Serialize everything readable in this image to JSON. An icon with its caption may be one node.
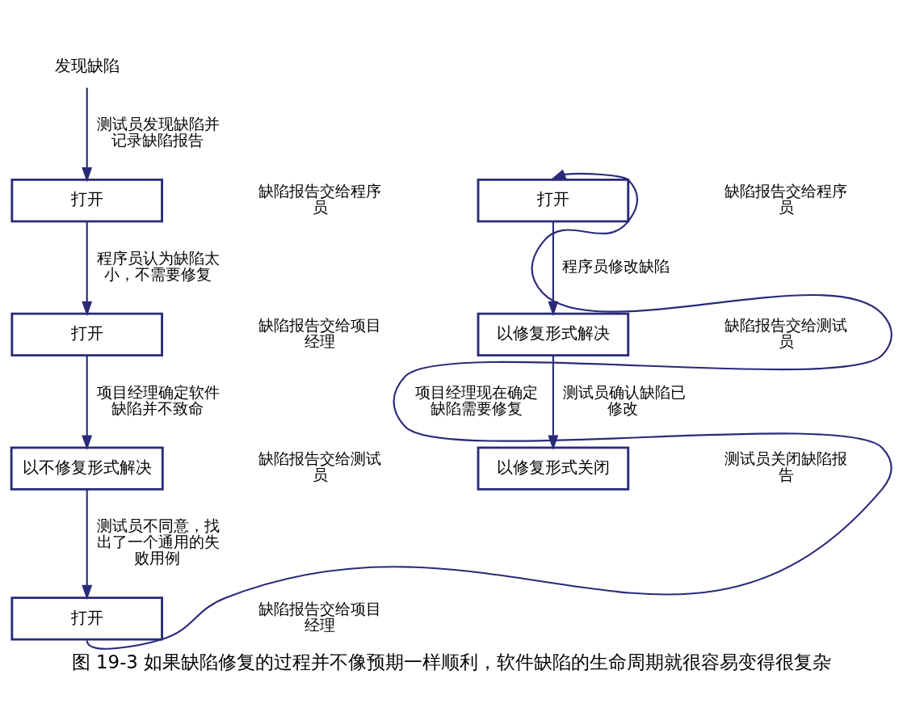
{
  "diagram": {
    "caption": "图 19-3 如果缺陷修复的过程并不像预期一样顺利，软件缺陷的生命周期就很容易变得很复杂",
    "nodes": [
      {
        "text": [
          "发现缺陷"
        ]
      },
      {
        "text": [
          "打开"
        ]
      },
      {
        "text": [
          "打开"
        ]
      },
      {
        "text": [
          "以不修复形式解决"
        ]
      },
      {
        "text": [
          "打开"
        ]
      },
      {
        "text": [
          "打开"
        ]
      },
      {
        "text": [
          "以修复形式解决"
        ]
      },
      {
        "text": [
          "以修复形式关闭"
        ]
      }
    ],
    "edges": [
      {
        "from": 0,
        "to": 1,
        "arrow": "to",
        "label": "测试员发现缺陷并记录缺陷报告"
      },
      {
        "from": 1,
        "to": 2,
        "arrow": "to",
        "label": "程序员认为缺陷太小，不需要修复"
      },
      {
        "from": 2,
        "to": 3,
        "arrow": "to",
        "label": "项目经理确定软件缺陷并不致命"
      },
      {
        "from": 3,
        "to": 4,
        "arrow": "to",
        "label": "测试员不同意，找出了一个通用的失败用例"
      },
      {
        "from": 4,
        "to": 5,
        "arrow": "to",
        "label": "项目经理现在确定缺陷需要修复"
      },
      {
        "from": 5,
        "to": 6,
        "arrow": "to",
        "label": "程序员修改缺陷"
      },
      {
        "from": 6,
        "to": 7,
        "arrow": "to",
        "label": "测试员确认缺陷已修改"
      }
    ],
    "labels": [
      "缺陷报告交给程序员",
      "缺陷报告交给项目经理",
      "缺陷报告交给测试员",
      "缺陷报告交给项目经理",
      "缺陷报告交给程序员",
      "缺陷报告交给测试员",
      "测试员关闭缺陷报告"
    ]
  }
}
